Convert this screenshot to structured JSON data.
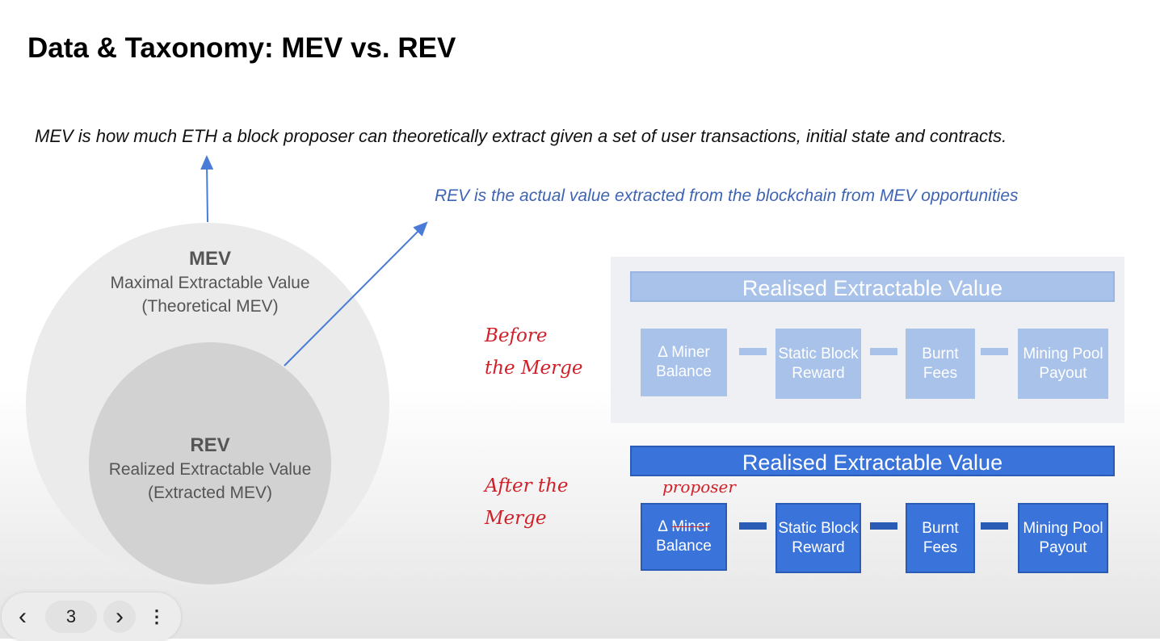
{
  "slide": {
    "title": "Data & Taxonomy: MEV vs. REV",
    "mev_definition": "MEV is how much ETH a block proposer can theoretically extract given a set of user transactions, initial state and contracts.",
    "rev_definition": "REV is the actual value extracted from the blockchain from MEV opportunities",
    "mev": {
      "heading": "MEV",
      "line1": "Maximal Extractable Value",
      "line2": "(Theoretical MEV)"
    },
    "rev": {
      "heading": "REV",
      "line1": "Realized Extractable Value",
      "line2": "(Extracted MEV)"
    },
    "before": {
      "label_1": "Before",
      "label_2": "the Merge",
      "header": "Realised Extractable Value",
      "boxes": [
        "Δ Miner Balance",
        "Static Block Reward",
        "Burnt Fees",
        "Mining Pool Payout"
      ]
    },
    "after": {
      "label_1": "After the",
      "label_2": "Merge",
      "header": "Realised Extractable Value",
      "delta": "Δ",
      "struck": "Miner",
      "balance": "Balance",
      "annotation": "proposer",
      "boxes": [
        "Static Block Reward",
        "Burnt Fees",
        "Mining Pool Payout"
      ]
    },
    "colors": {
      "light_blue": "#a9c2ea",
      "blue": "#3a73d9",
      "arrow": "#4a7bd6"
    }
  },
  "nav": {
    "prev": "‹",
    "page": "3",
    "next": "›",
    "more": "⋮"
  }
}
